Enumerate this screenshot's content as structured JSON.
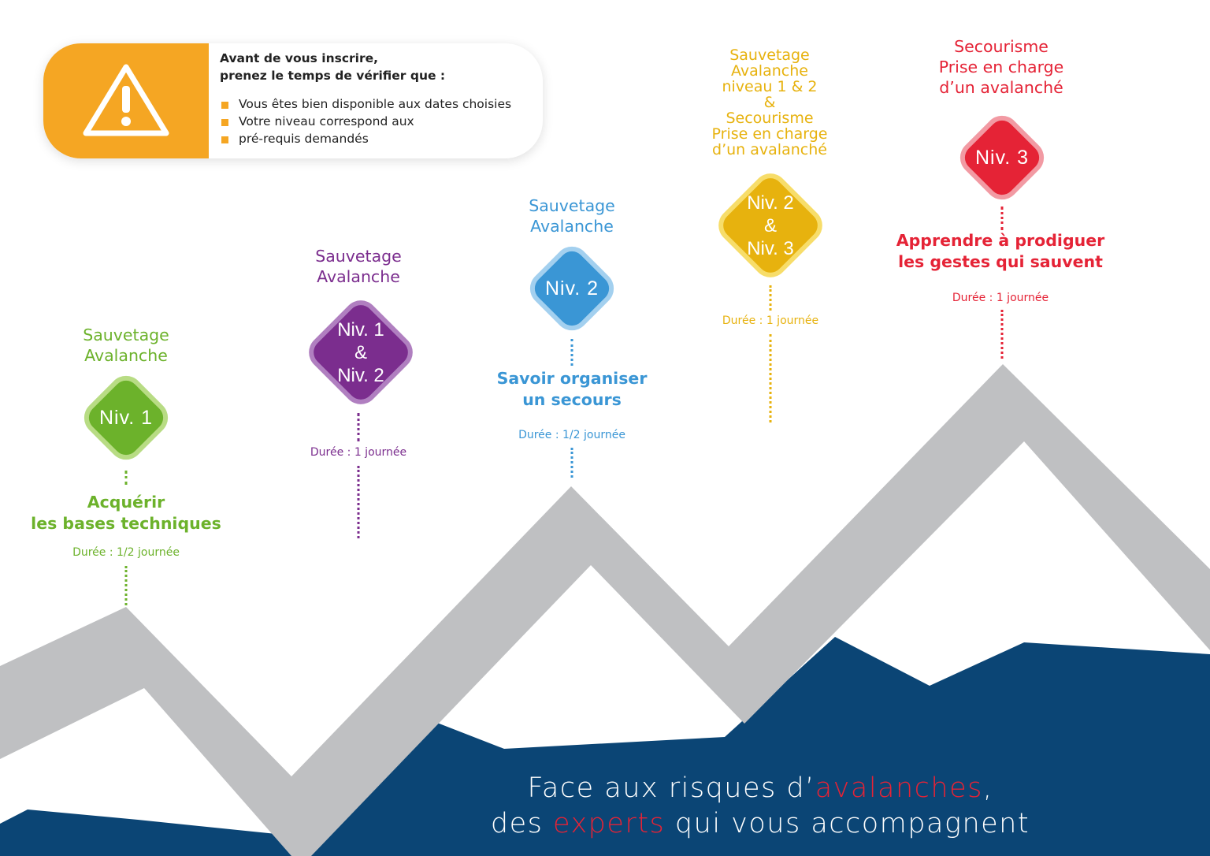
{
  "colors": {
    "warning": "#f5a623",
    "level1": "#6cb22b",
    "level1_2": "#7b2d8e",
    "level2": "#3a96d5",
    "level2_3": "#e7b20e",
    "level3": "#e52336",
    "mountain_gray": "#bfc0c2",
    "mountain_blue": "#0b4575"
  },
  "warning_card": {
    "icon": "warning-triangle-icon",
    "title_line1": "Avant de vous inscrire,",
    "title_line2": "prenez le temps de vérifier que :",
    "bullets": [
      "Vous êtes bien disponible aux dates choisies",
      "Votre niveau correspond aux",
      "pré-requis demandés"
    ]
  },
  "levels": [
    {
      "heading_line1": "Sauvetage",
      "heading_line2": "Avalanche",
      "badge": "Niv. 1",
      "goal_line1": "Acquérir",
      "goal_line2": "les bases techniques",
      "duration": "Durée : 1/2 journée"
    },
    {
      "heading_line1": "Sauvetage",
      "heading_line2": "Avalanche",
      "badge": "Niv. 1\n&\nNiv. 2",
      "duration": "Durée : 1 journée"
    },
    {
      "heading_line1": "Sauvetage",
      "heading_line2": "Avalanche",
      "badge": "Niv. 2",
      "goal_line1": "Savoir organiser",
      "goal_line2": "un secours",
      "duration": "Durée : 1/2 journée"
    },
    {
      "heading_lines": [
        "Sauvetage",
        "Avalanche",
        "niveau 1 & 2",
        "&",
        "Secourisme",
        "Prise en charge",
        "d’un avalanché"
      ],
      "badge": "Niv. 2\n&\nNiv. 3",
      "duration": "Durée : 1 journée"
    },
    {
      "heading_line1": "Secourisme",
      "heading_line2": "Prise en charge",
      "heading_line3": "d’un avalanché",
      "badge": "Niv. 3",
      "goal_line1": "Apprendre à prodiguer",
      "goal_line2": "les gestes qui sauvent",
      "duration": "Durée : 1 journée"
    }
  ],
  "tagline": {
    "line1_a": "Face aux risques d’",
    "line1_hl": "avalanches",
    "line1_b": ",",
    "line2_a": "des ",
    "line2_hl": "experts",
    "line2_b": " qui vous accompagnent"
  }
}
